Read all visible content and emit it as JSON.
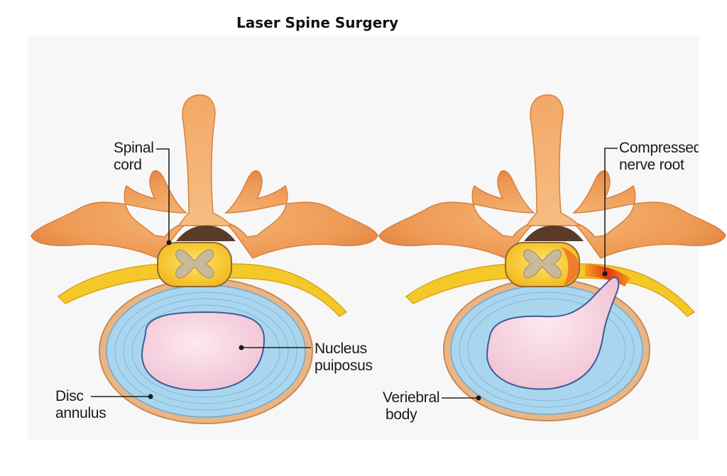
{
  "title": "Laser Spine Surgery",
  "labels": {
    "spinal_cord": [
      "Spinal",
      "cord"
    ],
    "nucleus": [
      "Nucleus",
      "puiposus"
    ],
    "disc_annulus": [
      "Disc",
      "annulus"
    ],
    "compressed": [
      "Compressed",
      "nerve root"
    ],
    "vertebral_body": [
      "Veriebral",
      "body"
    ]
  },
  "colors": {
    "bone": "#f0a35c",
    "bone_shadow": "#dc7a38",
    "nerve": "#f5c82a",
    "annulus": "#a9d6ee",
    "annulus_rim": "#e8b683",
    "nucleus": "#f6d3e0",
    "compression": "#e8341c"
  }
}
